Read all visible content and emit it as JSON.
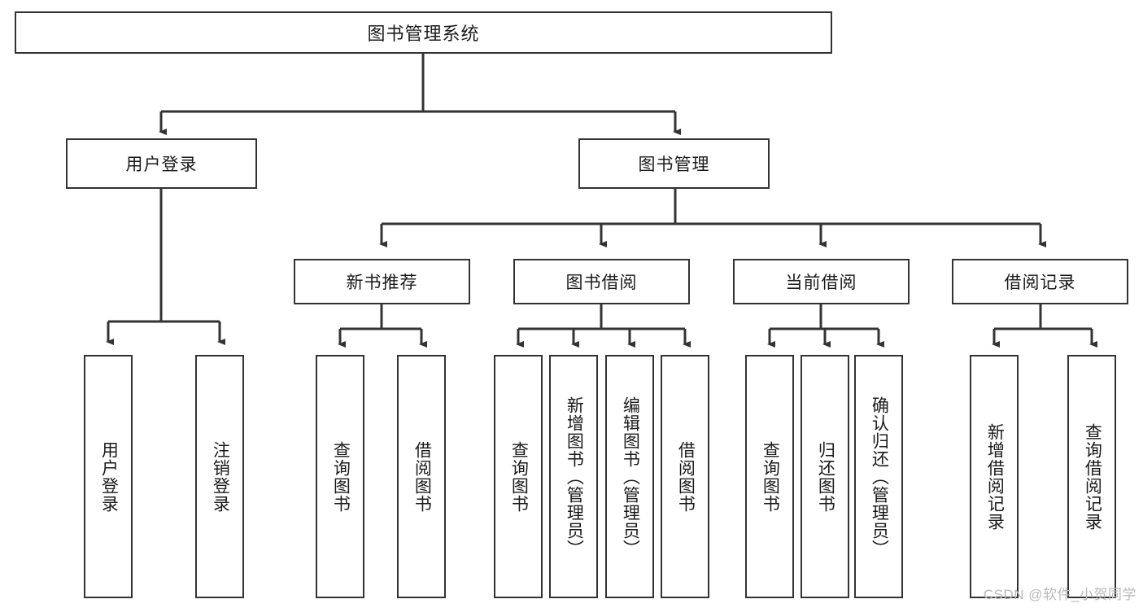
{
  "diagram": {
    "type": "tree",
    "title": "图书管理系统",
    "watermark": "CSDN @软件_小贺同学",
    "colors": {
      "background": "#ffffff",
      "box_border": "#333333",
      "box_fill": "#ffffff",
      "connector": "#333333",
      "text": "#1a1a1a",
      "watermark": "#b9b9b9"
    },
    "nodes": {
      "root": {
        "label": "图书管理系统"
      },
      "level1": [
        {
          "label": "用户登录"
        },
        {
          "label": "图书管理"
        }
      ],
      "level2": [
        {
          "label": "新书推荐"
        },
        {
          "label": "图书借阅"
        },
        {
          "label": "当前借阅"
        },
        {
          "label": "借阅记录"
        }
      ],
      "leaves": {
        "user_login": [
          {
            "label": "用户登录"
          },
          {
            "label": "注销登录"
          }
        ],
        "new_book_recommend": [
          {
            "label": "查询图书"
          },
          {
            "label": "借阅图书"
          }
        ],
        "book_borrow": [
          {
            "label": "查询图书"
          },
          {
            "label": "新增图书（管理员）"
          },
          {
            "label": "编辑图书（管理员）"
          },
          {
            "label": "借阅图书"
          }
        ],
        "current_borrow": [
          {
            "label": "查询图书"
          },
          {
            "label": "归还图书"
          },
          {
            "label": "确认归还（管理员）"
          }
        ],
        "borrow_record": [
          {
            "label": "新增借阅记录"
          },
          {
            "label": "查询借阅记录"
          }
        ]
      }
    }
  }
}
